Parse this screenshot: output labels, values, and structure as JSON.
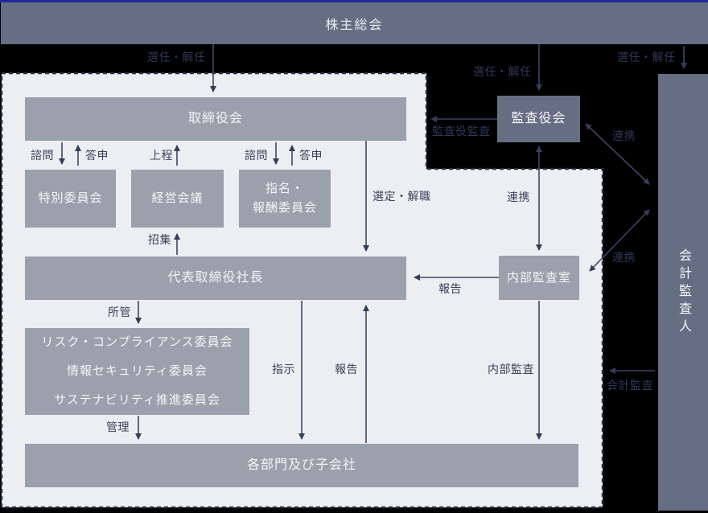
{
  "nodes": {
    "shareholders_meeting": "株主総会",
    "board_of_directors": "取締役会",
    "special_committee": "特別委員会",
    "management_meeting": "経営会議",
    "nomination_line1": "指名・",
    "nomination_line2": "報酬委員会",
    "audit_supervisory_board": "監査役会",
    "president": "代表取締役社長",
    "internal_audit_office": "内部監査室",
    "risk_line1": "リスク・コンプライアンス委員会",
    "risk_line2": "情報セキュリティ委員会",
    "risk_line3": "サステナビリティ推進委員会",
    "departments_subsidiaries": "各部門及び子会社",
    "accounting_auditor": "会計監査人"
  },
  "labels": {
    "appoint_dismiss_1": "選任・解任",
    "appoint_dismiss_2": "選任・解任",
    "appoint_dismiss_3": "選任・解任",
    "audit_by_auditors": "監査役監査",
    "cooperation_upper": "連携",
    "cooperation_mid": "連携",
    "cooperation_lower": "連携",
    "advisory_left": "諮問",
    "report_back_left": "答申",
    "submission": "上程",
    "advisory_right": "諮問",
    "report_back_right": "答申",
    "selection_dismissal": "選定・解職",
    "convocation": "招集",
    "supervision": "所管",
    "management": "管理",
    "instruction": "指示",
    "report_up": "報告",
    "report_horizontal": "報告",
    "internal_audit": "内部監査",
    "accounting_audit": "会計監査"
  },
  "colors": {
    "background": "#000000",
    "top_strip": "#20279C",
    "dark_slate_fill": "#666E83",
    "light_box_fill": "#9AA1AC",
    "panel_background": "#EDEEF1",
    "dashed_border": "#272E45",
    "arrow_line": "#3E4662",
    "box_text": "#F3F4F6",
    "label_text": "#3A425C"
  }
}
